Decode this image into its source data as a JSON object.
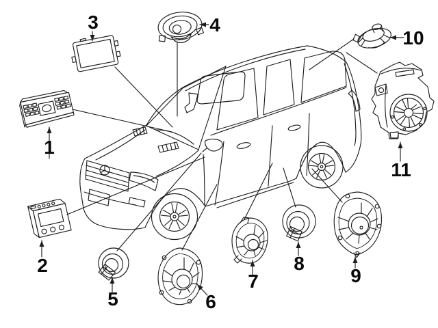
{
  "colors": {
    "background": "#ffffff",
    "line": "#1d1d1d",
    "label": "#0a0a0a"
  },
  "callouts": [
    {
      "label": "1"
    },
    {
      "label": "2"
    },
    {
      "label": "3"
    },
    {
      "label": "4"
    },
    {
      "label": "5"
    },
    {
      "label": "6"
    },
    {
      "label": "7"
    },
    {
      "label": "8"
    },
    {
      "label": "9"
    },
    {
      "label": "10"
    },
    {
      "label": "11"
    }
  ]
}
